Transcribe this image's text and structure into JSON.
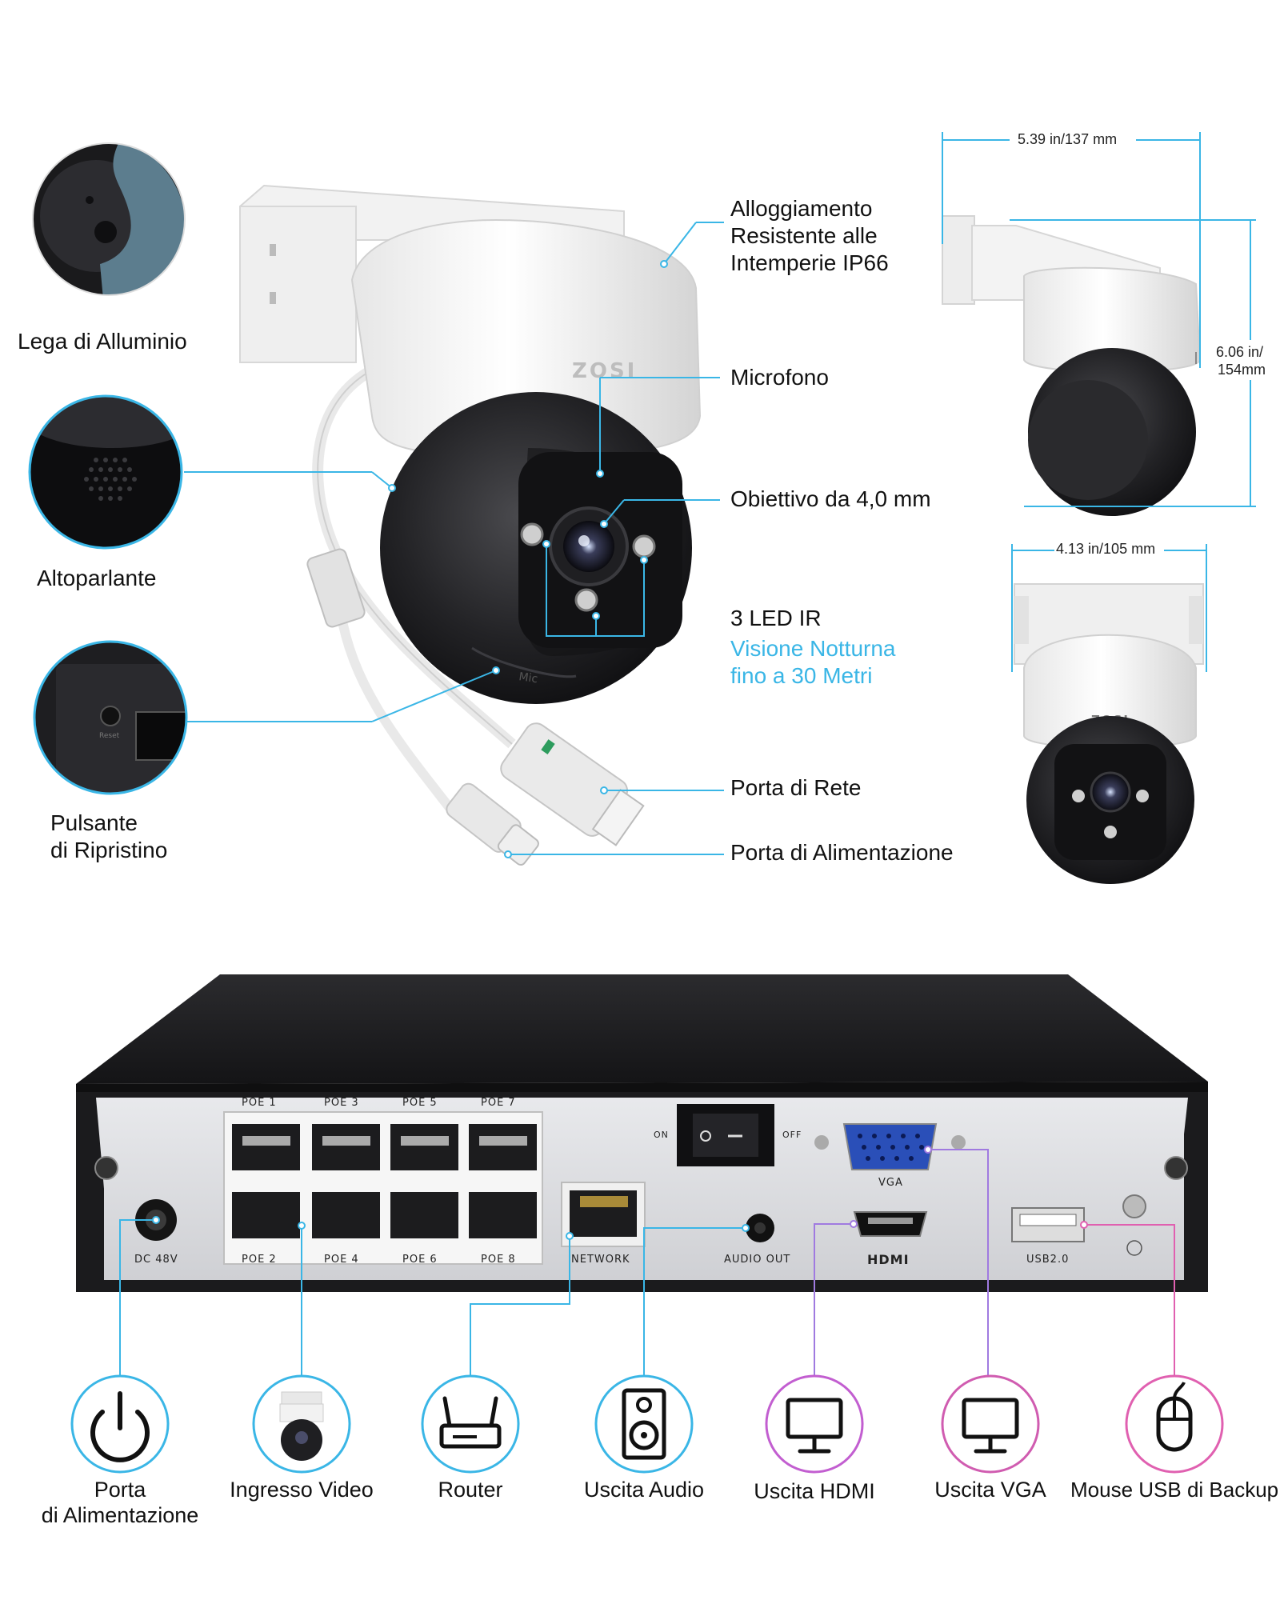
{
  "callouts": {
    "aluminium": "Lega di Alluminio",
    "speaker": "Altoparlante",
    "reset_1": "Pulsante",
    "reset_2": "di Ripristino",
    "housing_1": "Alloggiamento",
    "housing_2": "Resistente alle",
    "housing_3": "Intemperie IP66",
    "microphone": "Microfono",
    "lens": "Obiettivo da 4,0 mm",
    "ir_led": "3 LED IR",
    "night_1": "Visione Notturna",
    "night_2": "fino a 30 Metri",
    "network_port": "Porta di Rete",
    "power_port": "Porta di Alimentazione"
  },
  "camera": {
    "brand": "ZOSI",
    "mic_text": "Mic"
  },
  "dimensions": {
    "width_top": "5.39 in/137 mm",
    "height_1": "6.06 in/",
    "height_2": "154mm",
    "width_front": "4.13 in/105 mm"
  },
  "nvr": {
    "poe_top": [
      "POE 1",
      "POE 3",
      "POE 5",
      "POE 7"
    ],
    "poe_bottom": [
      "POE 2",
      "POE 4",
      "POE 6",
      "POE 8"
    ],
    "dc": "DC 48V",
    "network": "NETWORK",
    "audio": "AUDIO OUT",
    "on": "ON",
    "off": "OFF",
    "vga": "VGA",
    "hdmi": "HDMI",
    "usb": "USB2.0"
  },
  "bottom_labels": {
    "power_1": "Porta",
    "power_2": "di Alimentazione",
    "video": "Ingresso Video",
    "router": "Router",
    "audio": "Uscita Audio",
    "hdmi": "Uscita HDMI",
    "vga": "Uscita VGA",
    "usb": "Mouse USB di Backup"
  },
  "colors": {
    "accent_blue": "#3ab6e6",
    "accent_pink": "#e060b0",
    "accent_purple": "#a07ae0",
    "nvr_dark": "#1b1b1d",
    "panel_grey": "#dcdde0"
  }
}
